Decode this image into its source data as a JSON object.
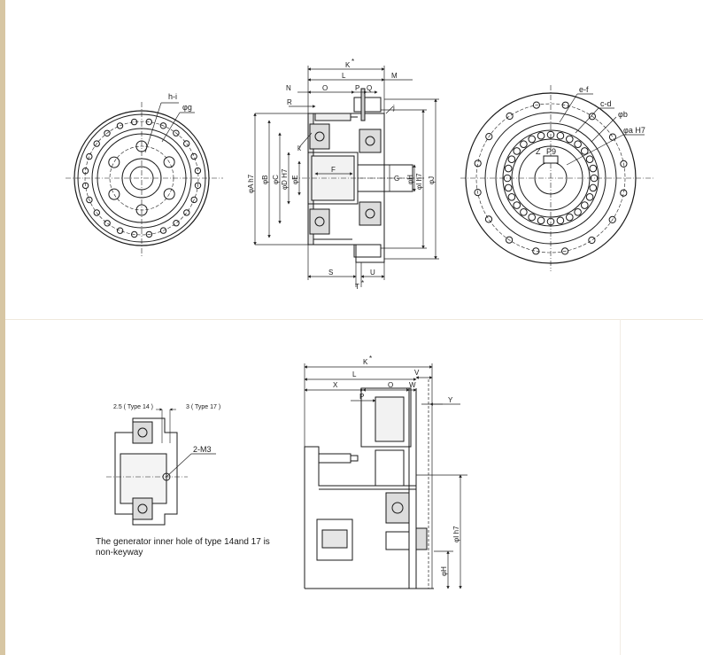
{
  "front_view_left": {
    "labels": {
      "hole_pattern": "h-i",
      "pilot_dia": "φg"
    }
  },
  "section_view": {
    "dims": {
      "K": "K",
      "L": "L",
      "M": "M",
      "N": "N",
      "O": "O",
      "P": "P",
      "Q": "Q",
      "R": "R",
      "S": "S",
      "U": "U",
      "T": "T",
      "k": "k",
      "j": "j",
      "A": "φA h7",
      "B": "φB",
      "C": "φC",
      "D": "φD H7",
      "E": "φE",
      "F": "F",
      "G": "G",
      "H": "φH",
      "I": "φI h7",
      "J": "φJ"
    },
    "asterisk": "*"
  },
  "front_view_right": {
    "labels": {
      "e_f": "e-f",
      "c_d": "c-d",
      "b": "φb",
      "a": "φa H7",
      "Z": "Z",
      "P9": "P9"
    }
  },
  "detail_view": {
    "labels": {
      "type14": "2.5 ( Type 14 )",
      "type17": "3 ( Type 17 )",
      "m3": "2-M3"
    },
    "note": "The generator inner hole of type 14and 17 is non-keyway"
  },
  "enlarged_section": {
    "dims": {
      "K": "K",
      "L": "L",
      "X": "X",
      "O": "O",
      "V": "V",
      "W": "W",
      "P": "P",
      "Y": "Y",
      "I": "φI h7",
      "H": "φH"
    },
    "asterisk": "*"
  },
  "colors": {
    "line": "#1a1a1a",
    "dim": "#222222",
    "fill": "#d9d9d9",
    "sidebar": "#d7c6a3"
  }
}
